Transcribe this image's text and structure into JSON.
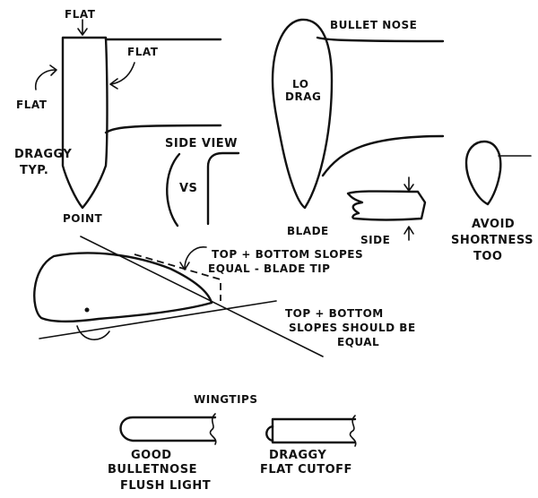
{
  "labels": {
    "flat_top": "FLAT",
    "flat_left": "FLAT",
    "flat_right": "FLAT",
    "draggy_typ": [
      "DRAGGY",
      "TYP."
    ],
    "point": "POINT",
    "side_view": "SIDE VIEW",
    "vs": "VS",
    "bullet_nose": "BULLET NOSE",
    "lo_drag": [
      "LO",
      "DRAG"
    ],
    "blade": "BLADE",
    "side": "SIDE",
    "avoid_shortness": [
      "AVOID",
      "SHORTNESS",
      "TOO"
    ],
    "blade_tip_note": [
      "TOP + BOTTOM SLOPES",
      "EQUAL - BLADE TIP"
    ],
    "slopes_equal_note": [
      "TOP + BOTTOM",
      "SLOPES SHOULD BE",
      "EQUAL"
    ],
    "wingtips_heading": "WINGTIPS",
    "good_caption": [
      "GOOD",
      "BULLETNOSE",
      "FLUSH LIGHT"
    ],
    "draggy_caption": [
      "DRAGGY",
      "FLAT CUTOFF"
    ]
  }
}
